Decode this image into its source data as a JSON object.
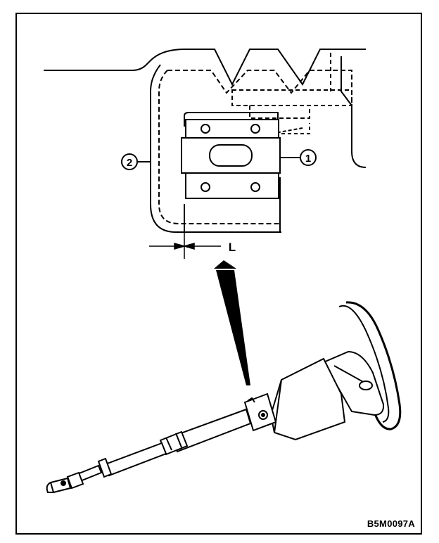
{
  "figure": {
    "code": "B5M0097A",
    "callouts": [
      {
        "id": "1",
        "text": "1"
      },
      {
        "id": "2",
        "text": "2"
      }
    ],
    "dimension_label": "L"
  },
  "colors": {
    "line": "#000000",
    "background": "#ffffff"
  }
}
